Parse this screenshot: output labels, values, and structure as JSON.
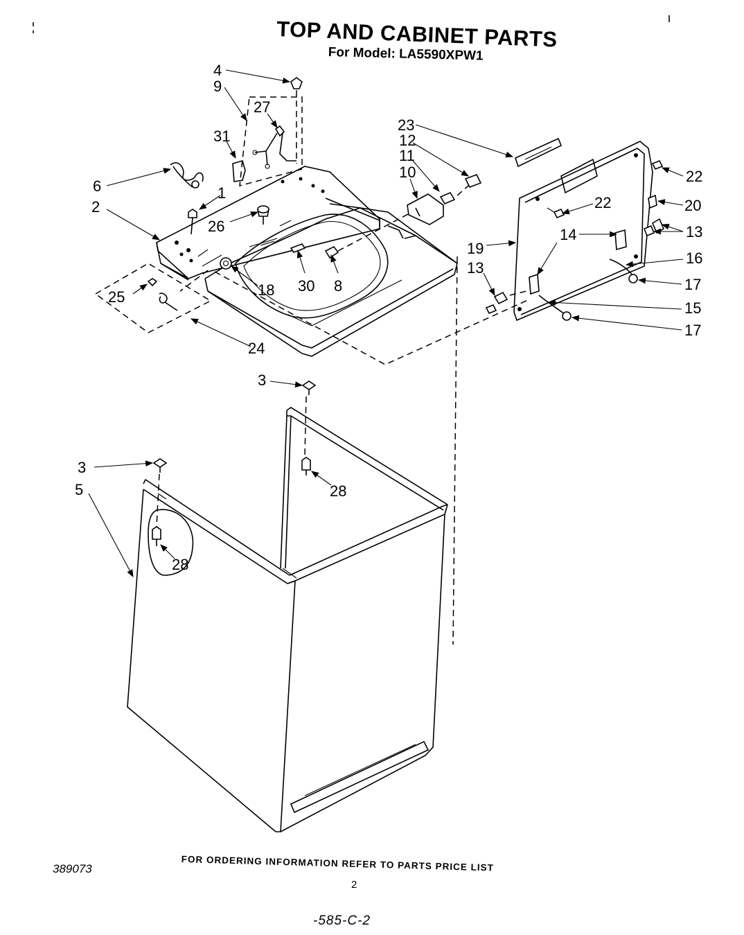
{
  "title": "TOP AND CABINET PARTS",
  "subtitle": "For Model: LA5590XPW1",
  "footer": {
    "doc_number": "389073",
    "ordering_note": "FOR ORDERING INFORMATION REFER TO PARTS PRICE LIST",
    "page_number": "2",
    "handwritten": "-585-C-2"
  },
  "callouts": {
    "c1": "1",
    "c2": "2",
    "c3a": "3",
    "c3b": "3",
    "c4": "4",
    "c5": "5",
    "c6": "6",
    "c8": "8",
    "c9": "9",
    "c10": "10",
    "c11": "11",
    "c12": "12",
    "c13a": "13",
    "c13b": "13",
    "c14": "14",
    "c15": "15",
    "c16": "16",
    "c17a": "17",
    "c17b": "17",
    "c18": "18",
    "c19": "19",
    "c20": "20",
    "c22a": "22",
    "c22b": "22",
    "c23": "23",
    "c24": "24",
    "c25": "25",
    "c26": "26",
    "c27": "27",
    "c28a": "28",
    "c28b": "28",
    "c30": "30",
    "c31": "31"
  }
}
